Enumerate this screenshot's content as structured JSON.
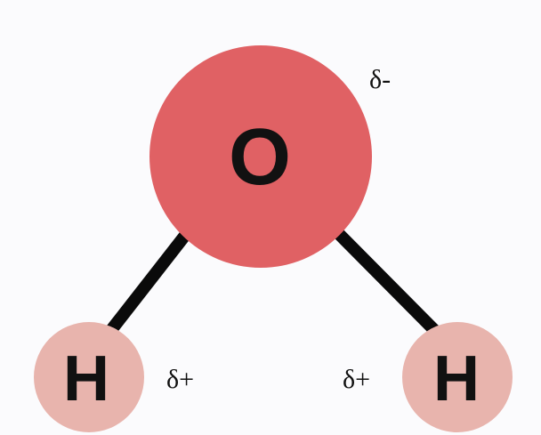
{
  "molecule": {
    "oxygen": {
      "symbol": "O",
      "partial_charge": "δ-"
    },
    "hydrogen_left": {
      "symbol": "H",
      "partial_charge": "δ+"
    },
    "hydrogen_right": {
      "symbol": "H",
      "partial_charge": "δ+"
    }
  },
  "colors": {
    "oxygen_fill": "#e06164",
    "hydrogen_fill": "#e8b4ad",
    "bond": "#0a0a0a",
    "background": "#fbfbfd"
  }
}
